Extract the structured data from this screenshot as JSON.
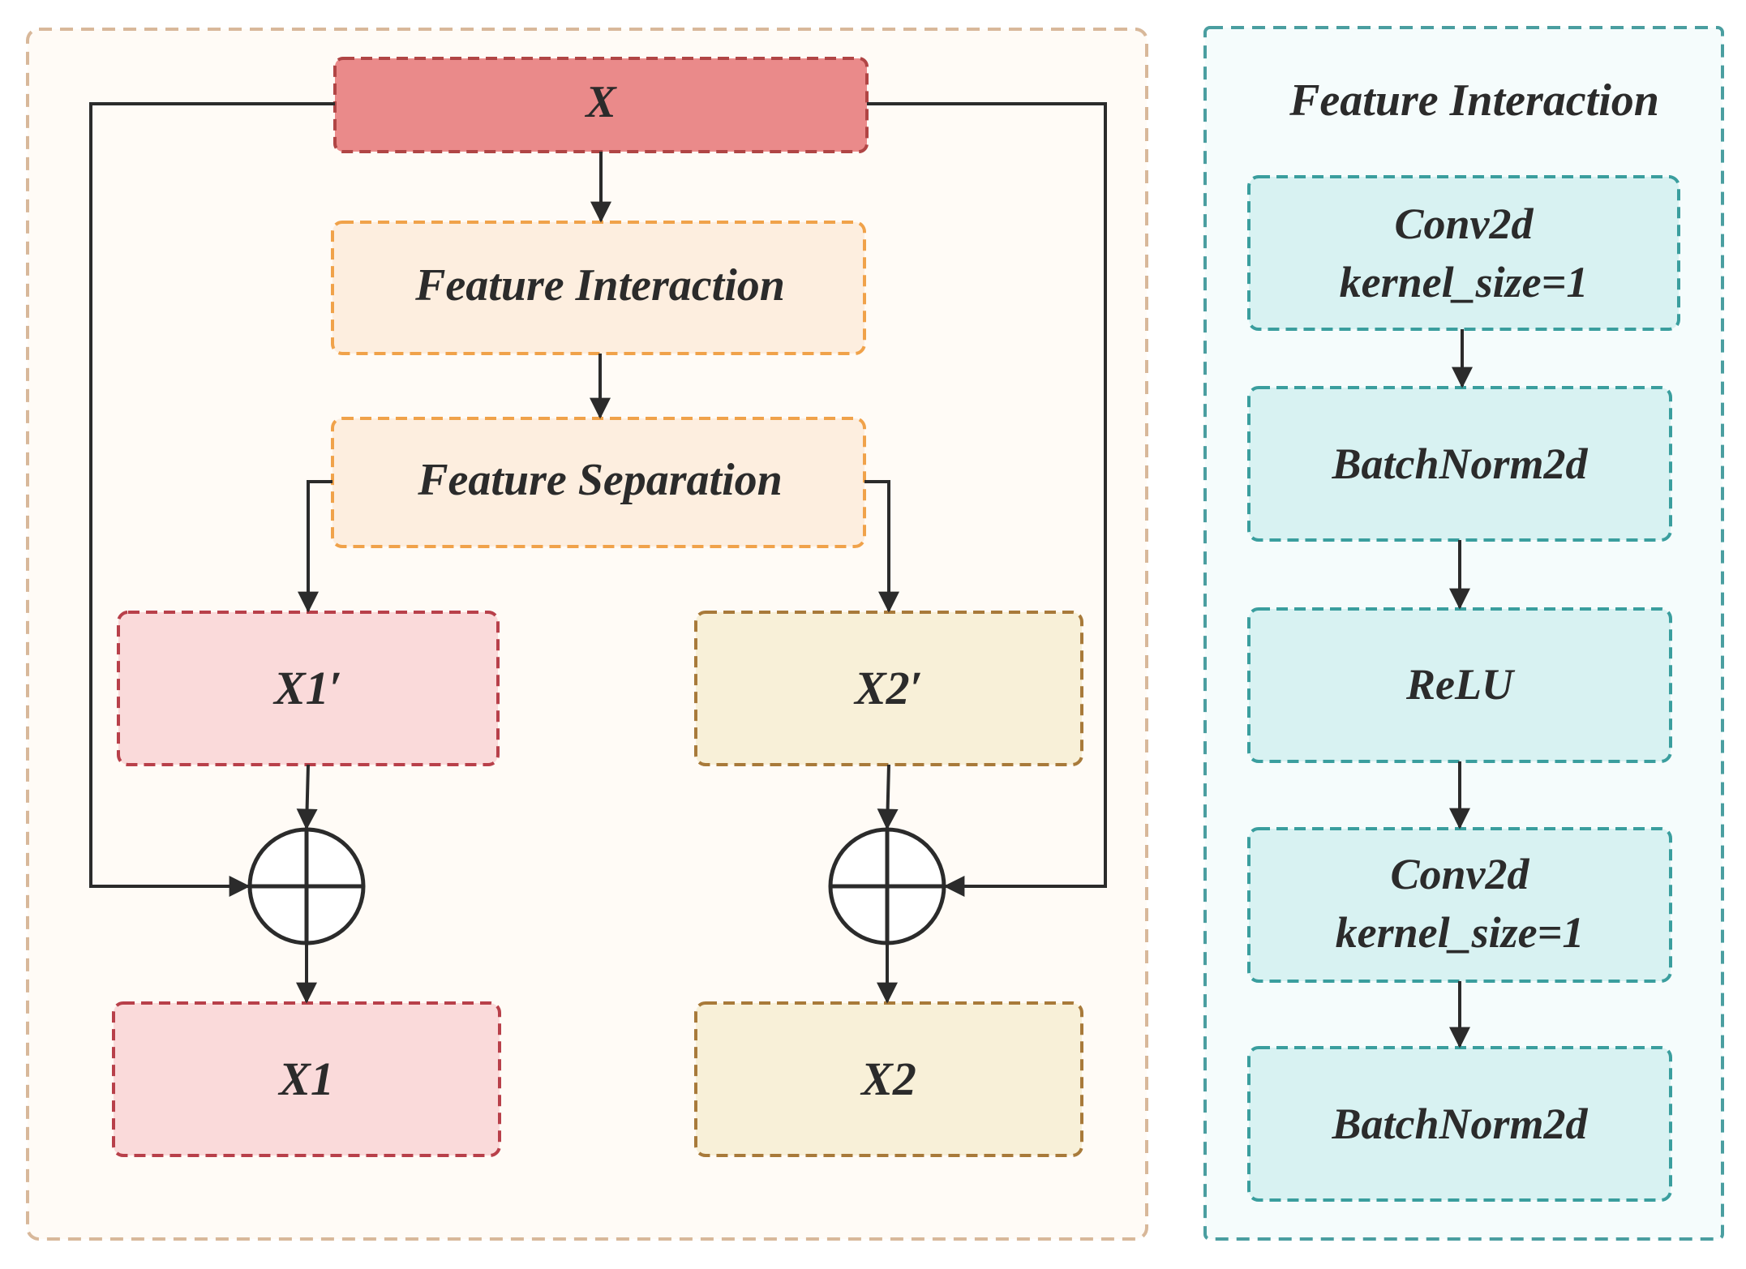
{
  "left_panel": {
    "input": "X",
    "interaction": "Feature Interaction",
    "separation": "Feature Separation",
    "branch1_mid": "X1′",
    "branch2_mid": "X2′",
    "out1": "X1",
    "out2": "X2"
  },
  "right_panel": {
    "title": "Feature Interaction",
    "steps": [
      {
        "line1": "Conv2d",
        "line2": "kernel_size=1"
      },
      {
        "line1": "BatchNorm2d"
      },
      {
        "line1": "ReLU"
      },
      {
        "line1": "Conv2d",
        "line2": "kernel_size=1"
      },
      {
        "line1": "BatchNorm2d"
      }
    ]
  },
  "colors": {
    "left_panel_border": "#d8b89a",
    "left_panel_fill": "#fffbf6",
    "right_panel_border": "#4a9ea0",
    "right_panel_fill": "#f5fcfc",
    "input_fill": "#ea8a8a",
    "input_border": "#b04545",
    "orange_fill": "#fdeedf",
    "orange_border": "#f0a24a",
    "pink_fill": "#fadada",
    "pink_border": "#b8404a",
    "yellow_fill": "#f8f0d8",
    "yellow_border": "#a87a3a",
    "teal_fill": "#d8f2f2",
    "teal_border": "#3a9e9e",
    "line": "#2b2b2b"
  }
}
